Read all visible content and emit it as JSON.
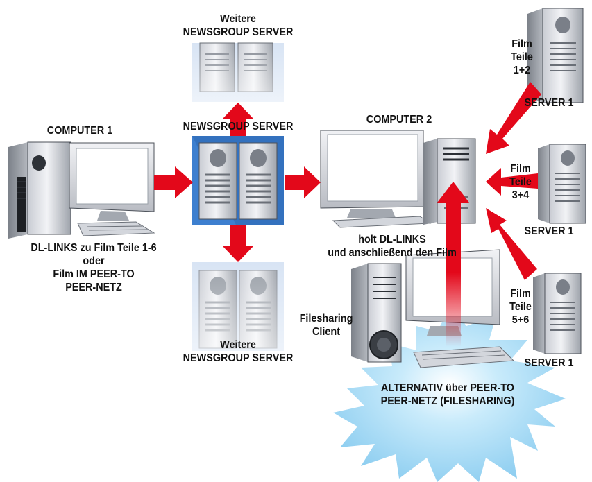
{
  "colors": {
    "arrow": "#e3081a",
    "panel_blue": "#3d7fcf",
    "panel_light": "#d8e4f4",
    "burst": "#9fd6f2",
    "case_light": "#eceef2",
    "case_dark": "#8a8f98",
    "screen": "#ffffff"
  },
  "labels": {
    "computer1_title": "COMPUTER 1",
    "computer1_caption": [
      "DL-LINKS zu Film Teile 1-6",
      "oder",
      "Film IM PEER-TO",
      "PEER-NETZ"
    ],
    "newsgroup_top": [
      "Weitere",
      "NEWSGROUP SERVER"
    ],
    "newsgroup_main": "NEWSGROUP SERVER",
    "newsgroup_bottom": [
      "Weitere",
      "NEWSGROUP SERVER"
    ],
    "computer2_title": "COMPUTER 2",
    "computer2_caption": [
      "holt DL-LINKS",
      "und anschließend den Film"
    ],
    "filesharing_client": [
      "Filesharing",
      "Client"
    ],
    "alternativ": [
      "ALTERNATIV über PEER-TO",
      "PEER-NETZ (FILESHARING)"
    ],
    "film_1": [
      "Film",
      "Teile",
      "1+2"
    ],
    "server_1": "SERVER 1",
    "film_2": [
      "Film",
      "Teile",
      "3+4"
    ],
    "server_2": "SERVER 1",
    "film_3": [
      "Film",
      "Teile",
      "5+6"
    ],
    "server_3": "SERVER 1"
  }
}
